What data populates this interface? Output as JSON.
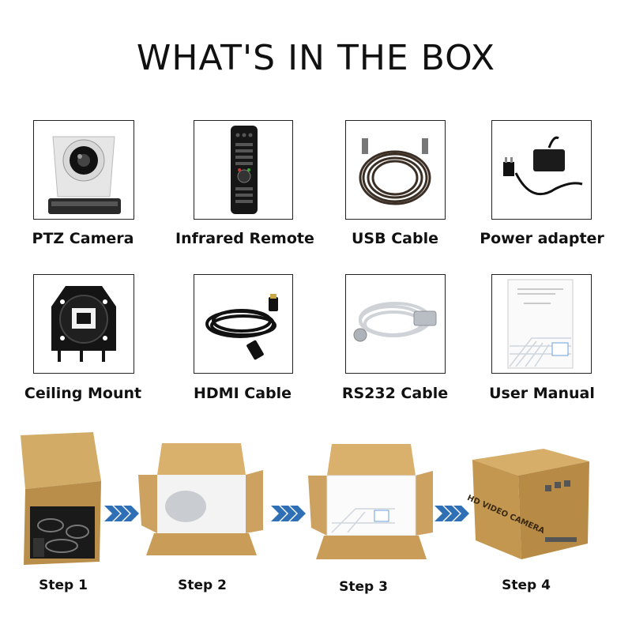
{
  "title": "WHAT'S IN THE BOX",
  "items": [
    {
      "label": "PTZ Camera",
      "icon": "ptz-camera-image"
    },
    {
      "label": "Infrared Remote",
      "icon": "remote-control-image"
    },
    {
      "label": "USB Cable",
      "icon": "usb-cable-image"
    },
    {
      "label": "Power adapter",
      "icon": "power-adapter-image"
    },
    {
      "label": "Ceiling Mount",
      "icon": "ceiling-mount-image"
    },
    {
      "label": "HDMI Cable",
      "icon": "hdmi-cable-image"
    },
    {
      "label": "RS232 Cable",
      "icon": "rs232-cable-image"
    },
    {
      "label": "User Manual",
      "icon": "user-manual-image"
    }
  ],
  "steps": [
    {
      "label": "Step 1"
    },
    {
      "label": "Step 2"
    },
    {
      "label": "Step 3"
    },
    {
      "label": "Step 4"
    }
  ],
  "box_print": "HD VIDEO CAMERA",
  "colors": {
    "cardboard": "#c9a05a",
    "cardboard_dark": "#a87c3c",
    "arrow": "#2f6fb5"
  }
}
